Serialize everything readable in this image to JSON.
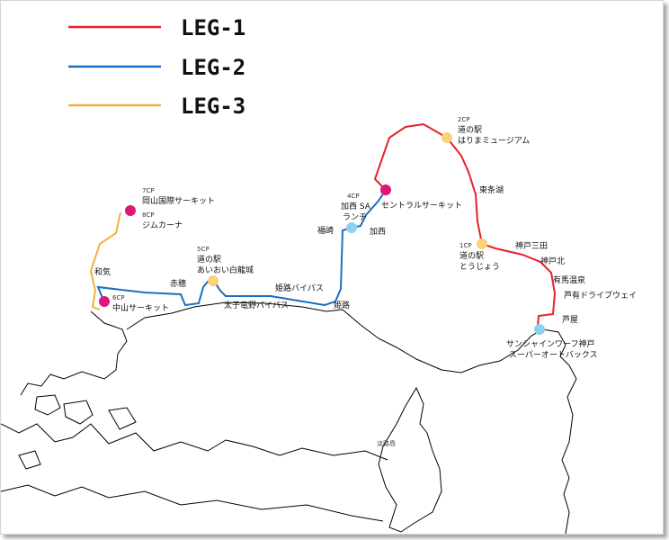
{
  "legend": [
    {
      "label": "LEG-1",
      "color": "#e8202a"
    },
    {
      "label": "LEG-2",
      "color": "#1a6fbf"
    },
    {
      "label": "LEG-3",
      "color": "#f2b03c"
    }
  ],
  "checkpoints": {
    "cp1": {
      "lines": [
        "1CP",
        "道の駅",
        "とうじょう"
      ],
      "color": "#f9d27a"
    },
    "cp2": {
      "lines": [
        "2CP",
        "道の駅",
        "はりまミュージアム"
      ],
      "color": "#f9d27a"
    },
    "cp3": {
      "lines": [
        "セントラルサーキット"
      ],
      "color": "#e0157a"
    },
    "cp4": {
      "lines": [
        "4CP",
        "加西 SA",
        "ランチ"
      ],
      "color": "#8fd0ef"
    },
    "cp5": {
      "lines": [
        "5CP",
        "道の駅",
        "あいおい白龍城"
      ],
      "color": "#f9d27a"
    },
    "cp6": {
      "lines": [
        "6CP",
        "中山サーキット"
      ],
      "color": "#e0157a"
    },
    "cp78": {
      "lines": [
        "7CP",
        "岡山国際サーキット",
        "8CP",
        "ジムカーナ"
      ],
      "color": "#e0157a"
    },
    "start": {
      "lines": [
        "サンシャインワーフ神戸",
        "スーパーオートバックス"
      ],
      "color": "#8fd0ef"
    }
  },
  "places": {
    "higashijo": "東条湖",
    "kobesanda": "神戸三田",
    "kobekita": "神戸北",
    "arima": "有馬温泉",
    "ashiari": "芦有ドライブウェイ",
    "ashiya": "芦屋",
    "fukusaki": "福崎",
    "kasai": "加西",
    "himeji": "姫路",
    "himeji_bypass": "姫路バイパス",
    "taishi": "太子竜野バイパス",
    "ako": "赤穂",
    "wake": "和気",
    "awaji": "淡路島"
  }
}
